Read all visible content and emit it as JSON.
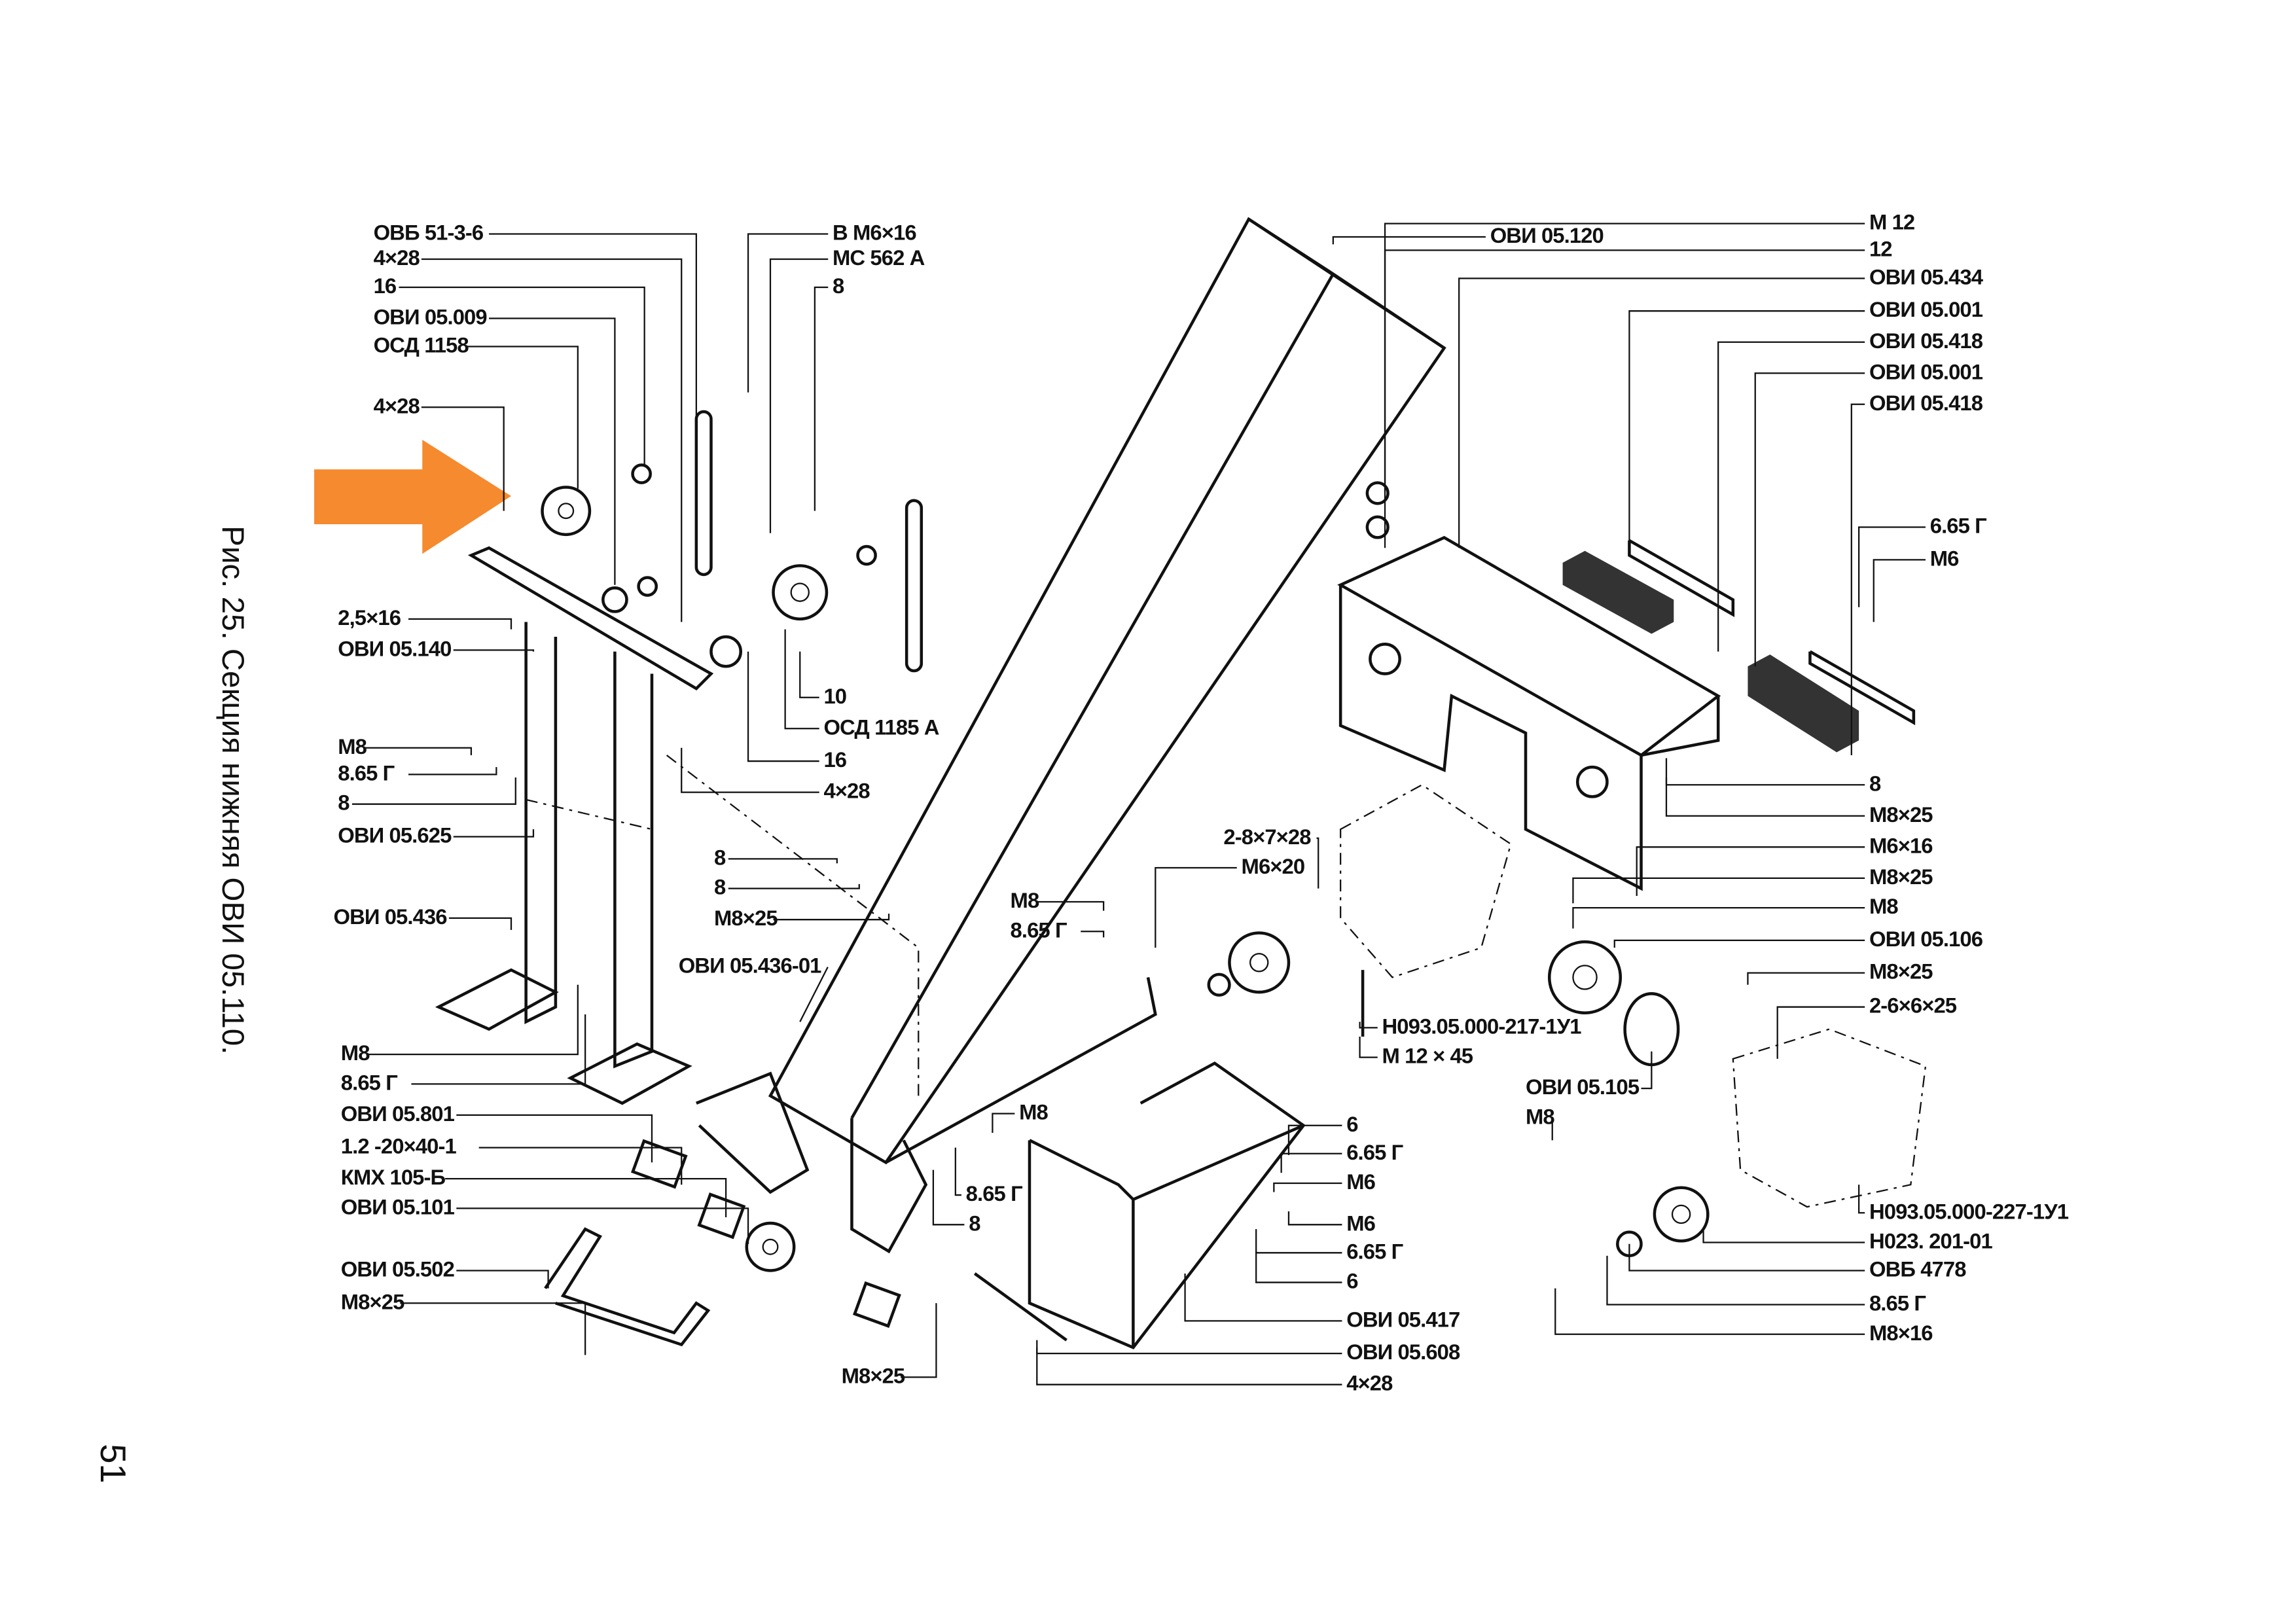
{
  "caption": "Рис. 25. Секция нижняя ОВИ 05.110.",
  "page_number": "51",
  "arrow_color": "#f58a2e",
  "labels": [
    "ОВБ 51-3-6",
    "4×28",
    "16",
    "ОВИ 05.009",
    "ОСД 1158",
    "4×28",
    "2,5×16",
    "ОВИ 05.140",
    "М8",
    "8.65 Г",
    "8",
    "ОВИ 05.625",
    "ОВИ 05.436",
    "М8",
    "8.65 Г",
    "ОВИ 05.801",
    "1.2 -20×40-1",
    "КМХ 105-Б",
    "ОВИ 05.101",
    "ОВИ 05.502",
    "М8×25",
    "В М6×16",
    "МС 562 А",
    "8",
    "10",
    "ОСД 1185 А",
    "16",
    "4×28",
    "8",
    "8",
    "М8×25",
    "М8",
    "8.65 Г",
    "ОВИ 05.436-01",
    "М8",
    "8.65 Г",
    "8",
    "М8×25",
    "ОВИ 05.120",
    "М 12",
    "12",
    "ОВИ 05.434",
    "ОВИ 05.001",
    "ОВИ 05.418",
    "ОВИ 05.001",
    "ОВИ 05.418",
    "6.65 Г",
    "М6",
    "8",
    "М8×25",
    "М6×16",
    "М8×25",
    "М8",
    "ОВИ 05.106",
    "М8×25",
    "2-6×6×25",
    "Н093.05.000-227-1У1",
    "Н023. 201-01",
    "ОВБ 4778",
    "8.65 Г",
    "М8×16",
    "2-8×7×28",
    "М6×20",
    "Н093.05.000-217-1У1",
    "М 12 × 45",
    "ОВИ 05.105",
    "М8",
    "6",
    "6.65 Г",
    "М6",
    "М6",
    "6.65 Г",
    "6",
    "ОВИ 05.417",
    "ОВИ 05.608",
    "4×28"
  ]
}
